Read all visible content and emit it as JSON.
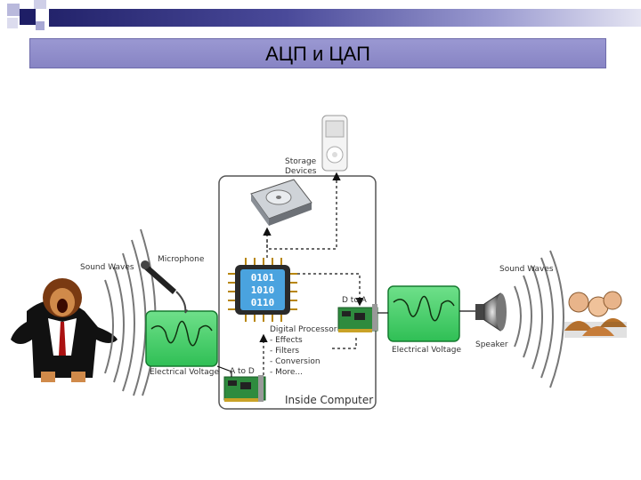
{
  "title": "АЦП и ЦАП",
  "diagram": {
    "sound_waves_left": "Sound Waves",
    "microphone": "Microphone",
    "electrical_voltage_left": "Electrical Voltage",
    "a_to_d": "A to D",
    "storage_devices_line1": "Storage",
    "storage_devices_line2": "Devices",
    "cpu_bits": [
      "0101",
      "1010",
      "0110"
    ],
    "digital_processor": "Digital Processor",
    "processor_items": [
      "- Effects",
      "- Filters",
      "- Conversion",
      "- More..."
    ],
    "d_to_a": "D to A",
    "inside_computer": "Inside Computer",
    "electrical_voltage_right": "Electrical Voltage",
    "speaker": "Speaker",
    "sound_waves_right": "Sound Waves"
  }
}
